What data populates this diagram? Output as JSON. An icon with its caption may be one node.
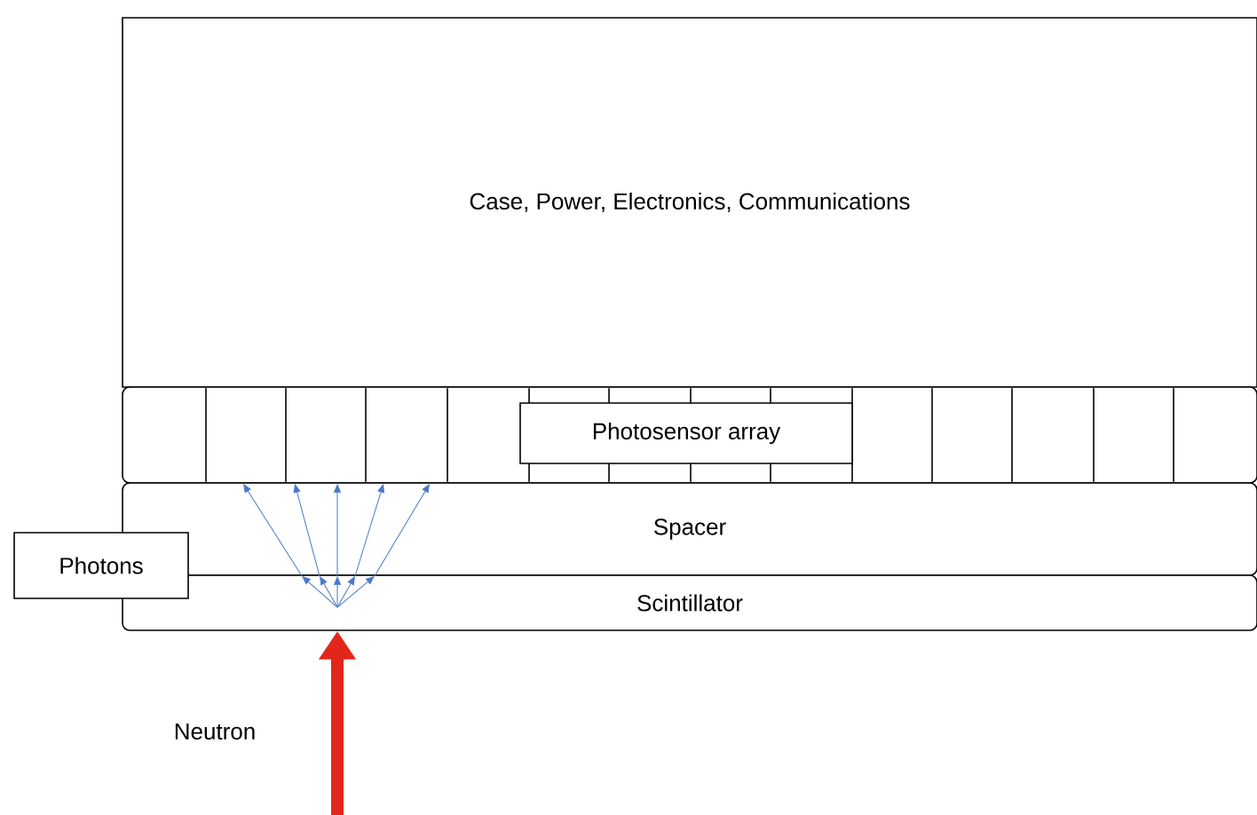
{
  "diagram": {
    "nodes": [
      {
        "text": [
          "Case, Power, Electronics, Communications"
        ]
      },
      {
        "text": [],
        "shape": "box"
      },
      {
        "text": [
          "Photosensor array"
        ],
        "in": 1
      },
      {
        "text": [
          "Spacer"
        ]
      },
      {
        "text": [
          "Scintillator"
        ]
      },
      {
        "text": [
          "Photons"
        ]
      }
    ],
    "edges": [
      {
        "from": null,
        "to": 4,
        "arrow": "to",
        "style": "thick",
        "color": "#e3261b"
      },
      {
        "from": 4,
        "to": 3,
        "arrow": "to"
      },
      {
        "from": 4,
        "to": 3,
        "arrow": "to"
      },
      {
        "from": 4,
        "to": 3,
        "arrow": "to"
      },
      {
        "from": 4,
        "to": 3,
        "arrow": "to"
      },
      {
        "from": 4,
        "to": 3,
        "arrow": "to"
      },
      {
        "from": 3,
        "to": 1,
        "arrow": "to"
      },
      {
        "from": 3,
        "to": 1,
        "arrow": "to"
      },
      {
        "from": 3,
        "to": 1,
        "arrow": "to"
      },
      {
        "from": 3,
        "to": 1,
        "arrow": "to"
      },
      {
        "from": 3,
        "to": 1,
        "arrow": "to"
      }
    ],
    "labels": [
      "Neutron"
    ]
  }
}
